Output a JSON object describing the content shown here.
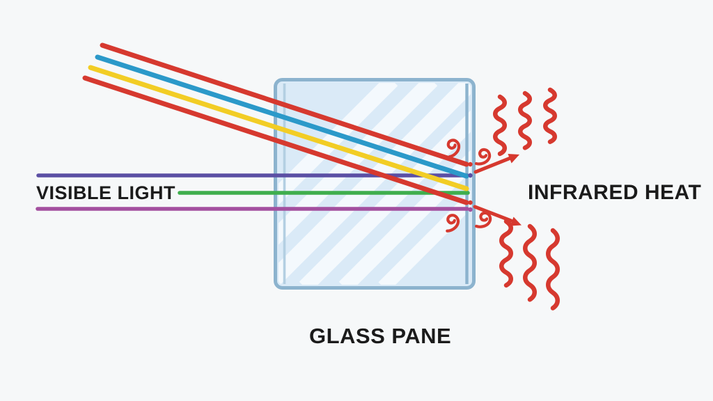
{
  "labels": {
    "visible_light": "VISIBLE LIGHT",
    "infrared_heat": "INFRARED HEAT",
    "glass_pane": "GLASS PANE"
  },
  "colors": {
    "background": "#f6f8f9",
    "text": "#1b1b1b",
    "ray_red": "#d6392f",
    "ray_blue": "#2b99c9",
    "ray_yellow": "#f2cd25",
    "beam_violet": "#5b4fa4",
    "beam_green": "#3fae4d",
    "beam_magenta": "#a3509f",
    "glass_fill": "#daeaf7",
    "glass_stripe": "#f4f9fd",
    "glass_border": "#8cb3ce",
    "glass_inner": "#b3cfe2"
  }
}
